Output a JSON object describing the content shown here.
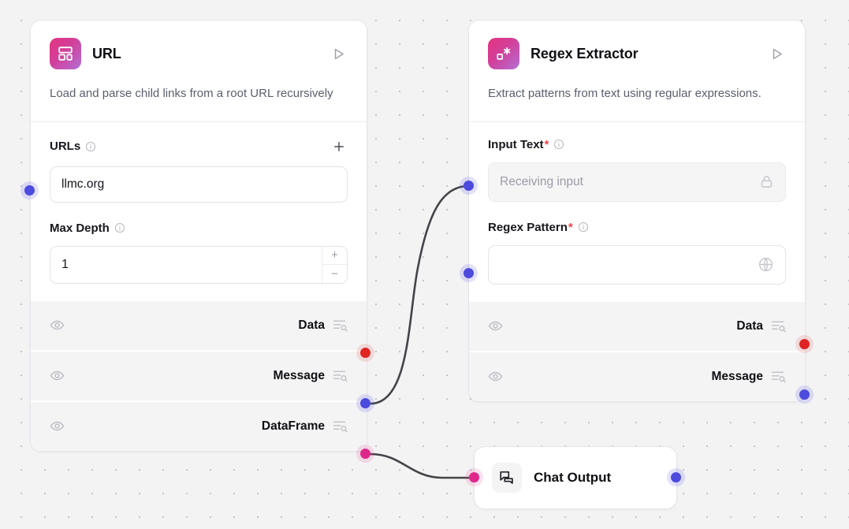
{
  "canvas": {
    "background_color": "#f3f3f4",
    "dot_color": "#c4c4cb"
  },
  "colors": {
    "handle_blue": "#4a47dd",
    "handle_red": "#e02424",
    "handle_pink": "#dd2389",
    "icon_gradient_start": "#e5337f",
    "icon_gradient_end": "#b36fd6",
    "required_asterisk": "#ef4444"
  },
  "nodes": [
    {
      "id": "url",
      "title": "URL",
      "icon": "layout-dashboard-icon",
      "description": "Load and parse child links from a root URL recursively",
      "run_label": "Run component",
      "fields": [
        {
          "label": "URLs",
          "required": false,
          "info": "info-icon",
          "add_label": "+",
          "value": "llmc.org",
          "placeholder": "",
          "type": "text"
        },
        {
          "label": "Max Depth",
          "required": false,
          "info": "info-icon",
          "value": "1",
          "type": "number",
          "increment_label": "+",
          "decrement_label": "−"
        }
      ],
      "outputs": [
        {
          "name": "Data",
          "handle_color": "red",
          "eye": "eye-icon",
          "tool": "list-search-icon"
        },
        {
          "name": "Message",
          "handle_color": "blue",
          "eye": "eye-icon",
          "tool": "list-search-icon"
        },
        {
          "name": "DataFrame",
          "handle_color": "pink",
          "eye": "eye-icon",
          "tool": "list-search-icon"
        }
      ]
    },
    {
      "id": "regex",
      "title": "Regex Extractor",
      "icon": "regex-icon",
      "description": "Extract patterns from text using regular expressions.",
      "run_label": "Run component",
      "fields": [
        {
          "label": "Input Text",
          "required": true,
          "info": "info-icon",
          "value": "",
          "placeholder": "Receiving input",
          "type": "locked-text",
          "trail_icon": "lock-icon"
        },
        {
          "label": "Regex Pattern",
          "required": true,
          "info": "info-icon",
          "value": "",
          "placeholder": "",
          "type": "text",
          "trail_icon": "globe-icon"
        }
      ],
      "outputs": [
        {
          "name": "Data",
          "handle_color": "red",
          "eye": "eye-icon",
          "tool": "list-search-icon"
        },
        {
          "name": "Message",
          "handle_color": "blue",
          "eye": "eye-icon",
          "tool": "list-search-icon"
        }
      ]
    }
  ],
  "chat_output": {
    "title": "Chat Output",
    "icon": "chat-bubbles-icon",
    "input_handle_color": "pink",
    "output_handle_color": "blue"
  },
  "edges": [
    {
      "from": "url.Message",
      "to": "regex.InputText"
    },
    {
      "from": "url.DataFrame",
      "to": "chat_output.input"
    }
  ]
}
